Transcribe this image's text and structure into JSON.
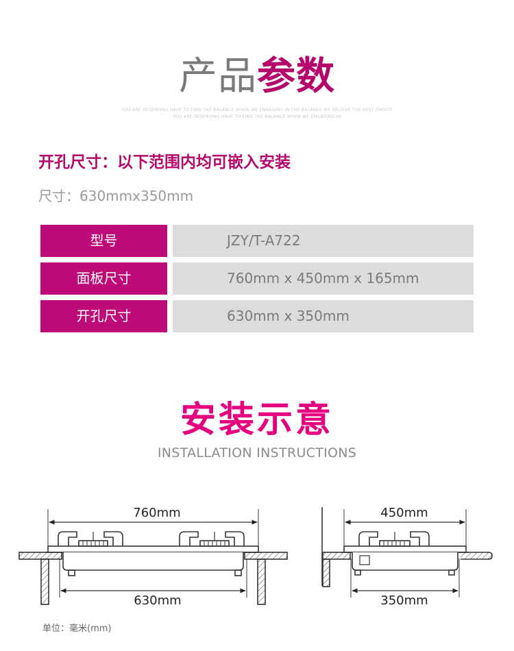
{
  "section_params": {
    "title_light": "产品",
    "title_bold": "参数",
    "tiny_line_1": "YOU ARE DESERVING HAVE TO FIND THE BALANCE WHEN WE ENGAGING IN THE BALANCE WE BELIEVE THE BEST CHOICE",
    "tiny_line_2": "YOU ARE DESERVING HAVE TO FIND THE BALANCE WHEN WE ENGAGING IN",
    "hole_title": "开孔尺寸：以下范围内均可嵌入安装",
    "size_line": "尺寸：630mmx350mm",
    "rows": [
      {
        "label": "型号",
        "value": "JZY/T-A722"
      },
      {
        "label": "面板尺寸",
        "value": "760mm x 450mm x 165mm"
      },
      {
        "label": "开孔尺寸",
        "value": "630mm x 350mm"
      }
    ]
  },
  "section_install": {
    "title": "安装示意",
    "subtitle": "INSTALLATION INSTRUCTIONS",
    "front": {
      "top_dim": "760mm",
      "bottom_dim": "630mm"
    },
    "side": {
      "top_dim": "450mm",
      "bottom_dim": "350mm"
    },
    "unit_note": "单位：毫米(mm)"
  },
  "colors": {
    "accent": "#bf0b78",
    "title_pink": "#e5007f",
    "cell_grey": "#dcdcdc"
  }
}
